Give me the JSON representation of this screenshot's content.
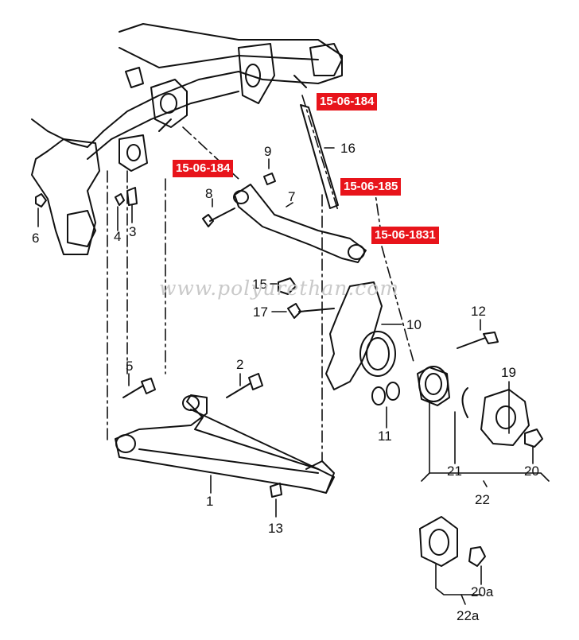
{
  "watermark": "www.polyurethan.com",
  "part_codes": [
    {
      "id": "pc1",
      "text": "15-06-184"
    },
    {
      "id": "pc2",
      "text": "15-06-184"
    },
    {
      "id": "pc3",
      "text": "15-06-185"
    },
    {
      "id": "pc4",
      "text": "15-06-1831"
    }
  ],
  "callouts": [
    {
      "id": "c1",
      "text": "1"
    },
    {
      "id": "c2",
      "text": "2"
    },
    {
      "id": "c3",
      "text": "3"
    },
    {
      "id": "c4",
      "text": "4"
    },
    {
      "id": "c5",
      "text": "5"
    },
    {
      "id": "c6",
      "text": "6"
    },
    {
      "id": "c7",
      "text": "7"
    },
    {
      "id": "c8",
      "text": "8"
    },
    {
      "id": "c9",
      "text": "9"
    },
    {
      "id": "c10",
      "text": "10"
    },
    {
      "id": "c11",
      "text": "11"
    },
    {
      "id": "c12",
      "text": "12"
    },
    {
      "id": "c13",
      "text": "13"
    },
    {
      "id": "c15",
      "text": "15"
    },
    {
      "id": "c16",
      "text": "16"
    },
    {
      "id": "c17",
      "text": "17"
    },
    {
      "id": "c19",
      "text": "19"
    },
    {
      "id": "c20",
      "text": "20"
    },
    {
      "id": "c20a",
      "text": "20a"
    },
    {
      "id": "c21",
      "text": "21"
    },
    {
      "id": "c22",
      "text": "22"
    },
    {
      "id": "c22a",
      "text": "22a"
    }
  ]
}
